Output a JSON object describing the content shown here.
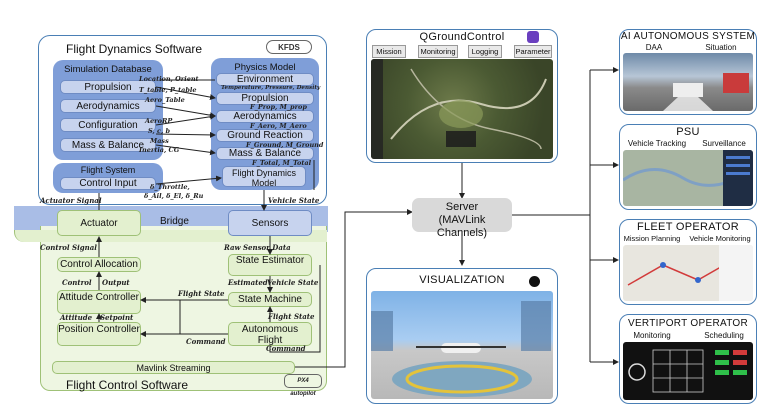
{
  "fds": {
    "title": "Flight Dynamics Software",
    "logo": "KFDS",
    "sim_db": {
      "title": "Simulation Database",
      "items": [
        "Propulsion",
        "Aerodynamics",
        "Configuration",
        "Mass & Balance"
      ]
    },
    "physics": {
      "title": "Physics Model",
      "items": [
        "Environment",
        "Propulsion",
        "Aerodynamics",
        "Ground Reaction",
        "Mass & Balance",
        "Flight Dynamics Model"
      ]
    },
    "flight_system": {
      "title": "Flight System",
      "item": "Control Input"
    },
    "labels": {
      "location_orient": "Location, Orient",
      "table": "T_table, P_table",
      "aero_table": "Aero_Table",
      "temp": "Temperature, Pressure, Density",
      "fprop": "F_Prop, M_prop",
      "aerorp": "AeroRP",
      "scb": "S, c, b",
      "mass": "Mass",
      "inertia": "Inertia, CG",
      "faero": "F_Aero, M_Aero",
      "fground": "F_Ground, M_Ground",
      "ftotal": "F_Total, M_Total",
      "throttle": "δ_Throttle,",
      "deltas": "δ_Ail, δ_El, δ_Ru"
    }
  },
  "bridge": {
    "actuator": "Actuator",
    "label": "Bridge",
    "sensors": "Sensors",
    "actuator_signal": "Actuator Signal",
    "vehicle_state": "Vehicle State"
  },
  "fcs": {
    "title": "Flight Control Software",
    "logo": "PX4 autopilot",
    "blocks": [
      "Control Allocation",
      "Attitude Controller",
      "Position Controller",
      "State Estimator",
      "State Machine",
      "Autonomous Flight",
      "Mavlink Streaming"
    ],
    "labels": {
      "control_signal": "Control Signal",
      "raw_sensor": "Raw Sensor Data",
      "control": "Control",
      "output": "Output",
      "estimated": "Estimated",
      "vehicle_state": "Vehicle State",
      "flight_state_1": "Flight State",
      "flight_state_2": "Flight State",
      "attitude": "Attitude",
      "setpoint": "Setpoint",
      "command_1": "Command",
      "command_2": "Command"
    }
  },
  "qgc": {
    "title": "QGroundControl",
    "tabs": [
      "Mission",
      "Monitoring",
      "Logging",
      "Parameter"
    ]
  },
  "server": {
    "line1": "Server",
    "line2": "(MAVLink Channels)"
  },
  "visualization": {
    "title": "VISUALIZATION"
  },
  "ai": {
    "title": "AI AUTONOMOUS SYSTEM",
    "tabs": [
      "DAA",
      "Situation"
    ]
  },
  "psu": {
    "title": "PSU",
    "tabs": [
      "Vehicle Tracking",
      "Surveillance"
    ]
  },
  "fleet": {
    "title": "FLEET OPERATOR",
    "tabs": [
      "Mission Planning",
      "Vehicle Monitoring"
    ]
  },
  "vertiport": {
    "title": "VERTIPORT OPERATOR",
    "tabs": [
      "Monitoring",
      "Scheduling"
    ]
  },
  "colors": {
    "fds_border": "#4a7fb5",
    "db_blue": "#7f9ed8",
    "pill_blue": "#c7d3ee",
    "bridge_blue": "#a9bde6",
    "green": "#e3f0cf",
    "server": "#d9d9d9"
  }
}
